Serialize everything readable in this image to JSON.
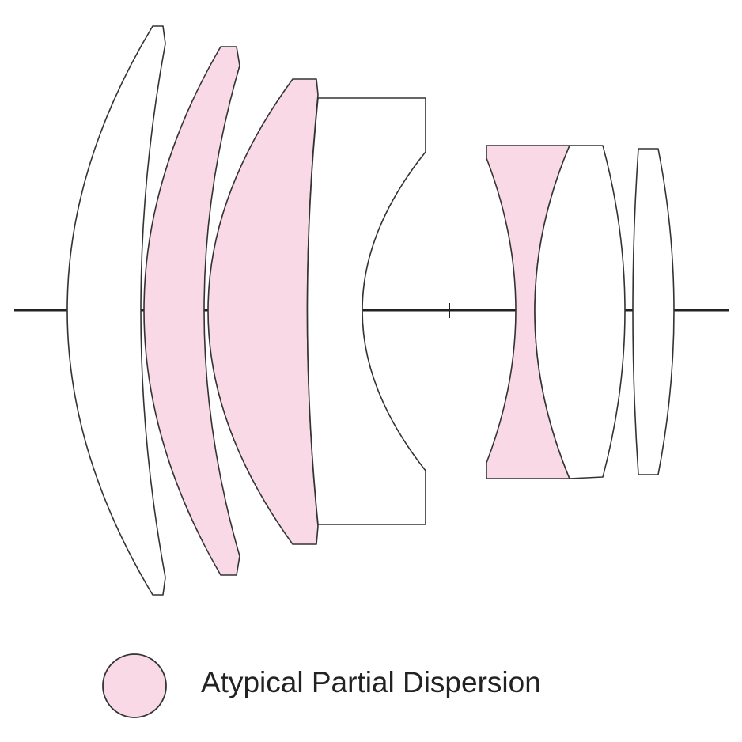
{
  "colors": {
    "atypical_fill": "#f9d9e6",
    "normal_fill": "#ffffff",
    "outline": "#333333"
  },
  "diagram": {
    "elements": [
      {
        "id": "element-1",
        "glass": "normal"
      },
      {
        "id": "element-2",
        "glass": "atypical"
      },
      {
        "id": "element-3",
        "glass": "atypical"
      },
      {
        "id": "element-4",
        "glass": "normal"
      },
      {
        "id": "element-5",
        "glass": "atypical"
      },
      {
        "id": "element-6",
        "glass": "normal"
      },
      {
        "id": "element-7",
        "glass": "normal"
      }
    ]
  },
  "legend": {
    "items": [
      {
        "label": "Atypical Partial Dispersion"
      }
    ]
  }
}
